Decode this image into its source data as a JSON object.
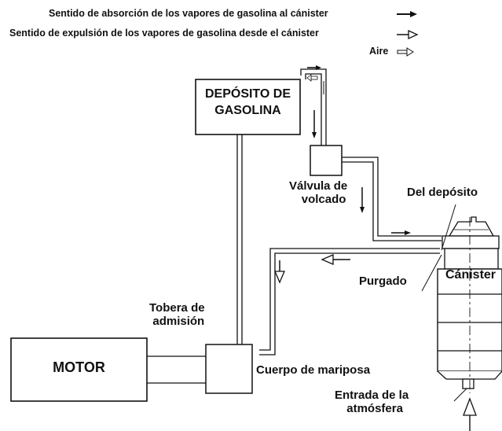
{
  "legend": {
    "absorcion": "Sentido de absorción de los vapores de gasolina al cánister",
    "expulsion": "Sentido de expulsión de los vapores de gasolina desde el cánister",
    "aire": "Aire"
  },
  "components": {
    "deposito": "DEPÓSITO DE GASOLINA",
    "deposito_l1": "DEPÓSITO DE",
    "deposito_l2": "GASOLINA",
    "motor": "MOTOR",
    "canister": "Cánister"
  },
  "labels": {
    "valvula_l1": "Válvula de",
    "valvula_l2": "volcado",
    "del_deposito": "Del depósito",
    "purgado": "Purgado",
    "tobera_l1": "Tobera de",
    "tobera_l2": "admisión",
    "cuerpo_mariposa": "Cuerpo de mariposa",
    "entrada_l1": "Entrada de la",
    "entrada_l2": "atmósfera"
  }
}
